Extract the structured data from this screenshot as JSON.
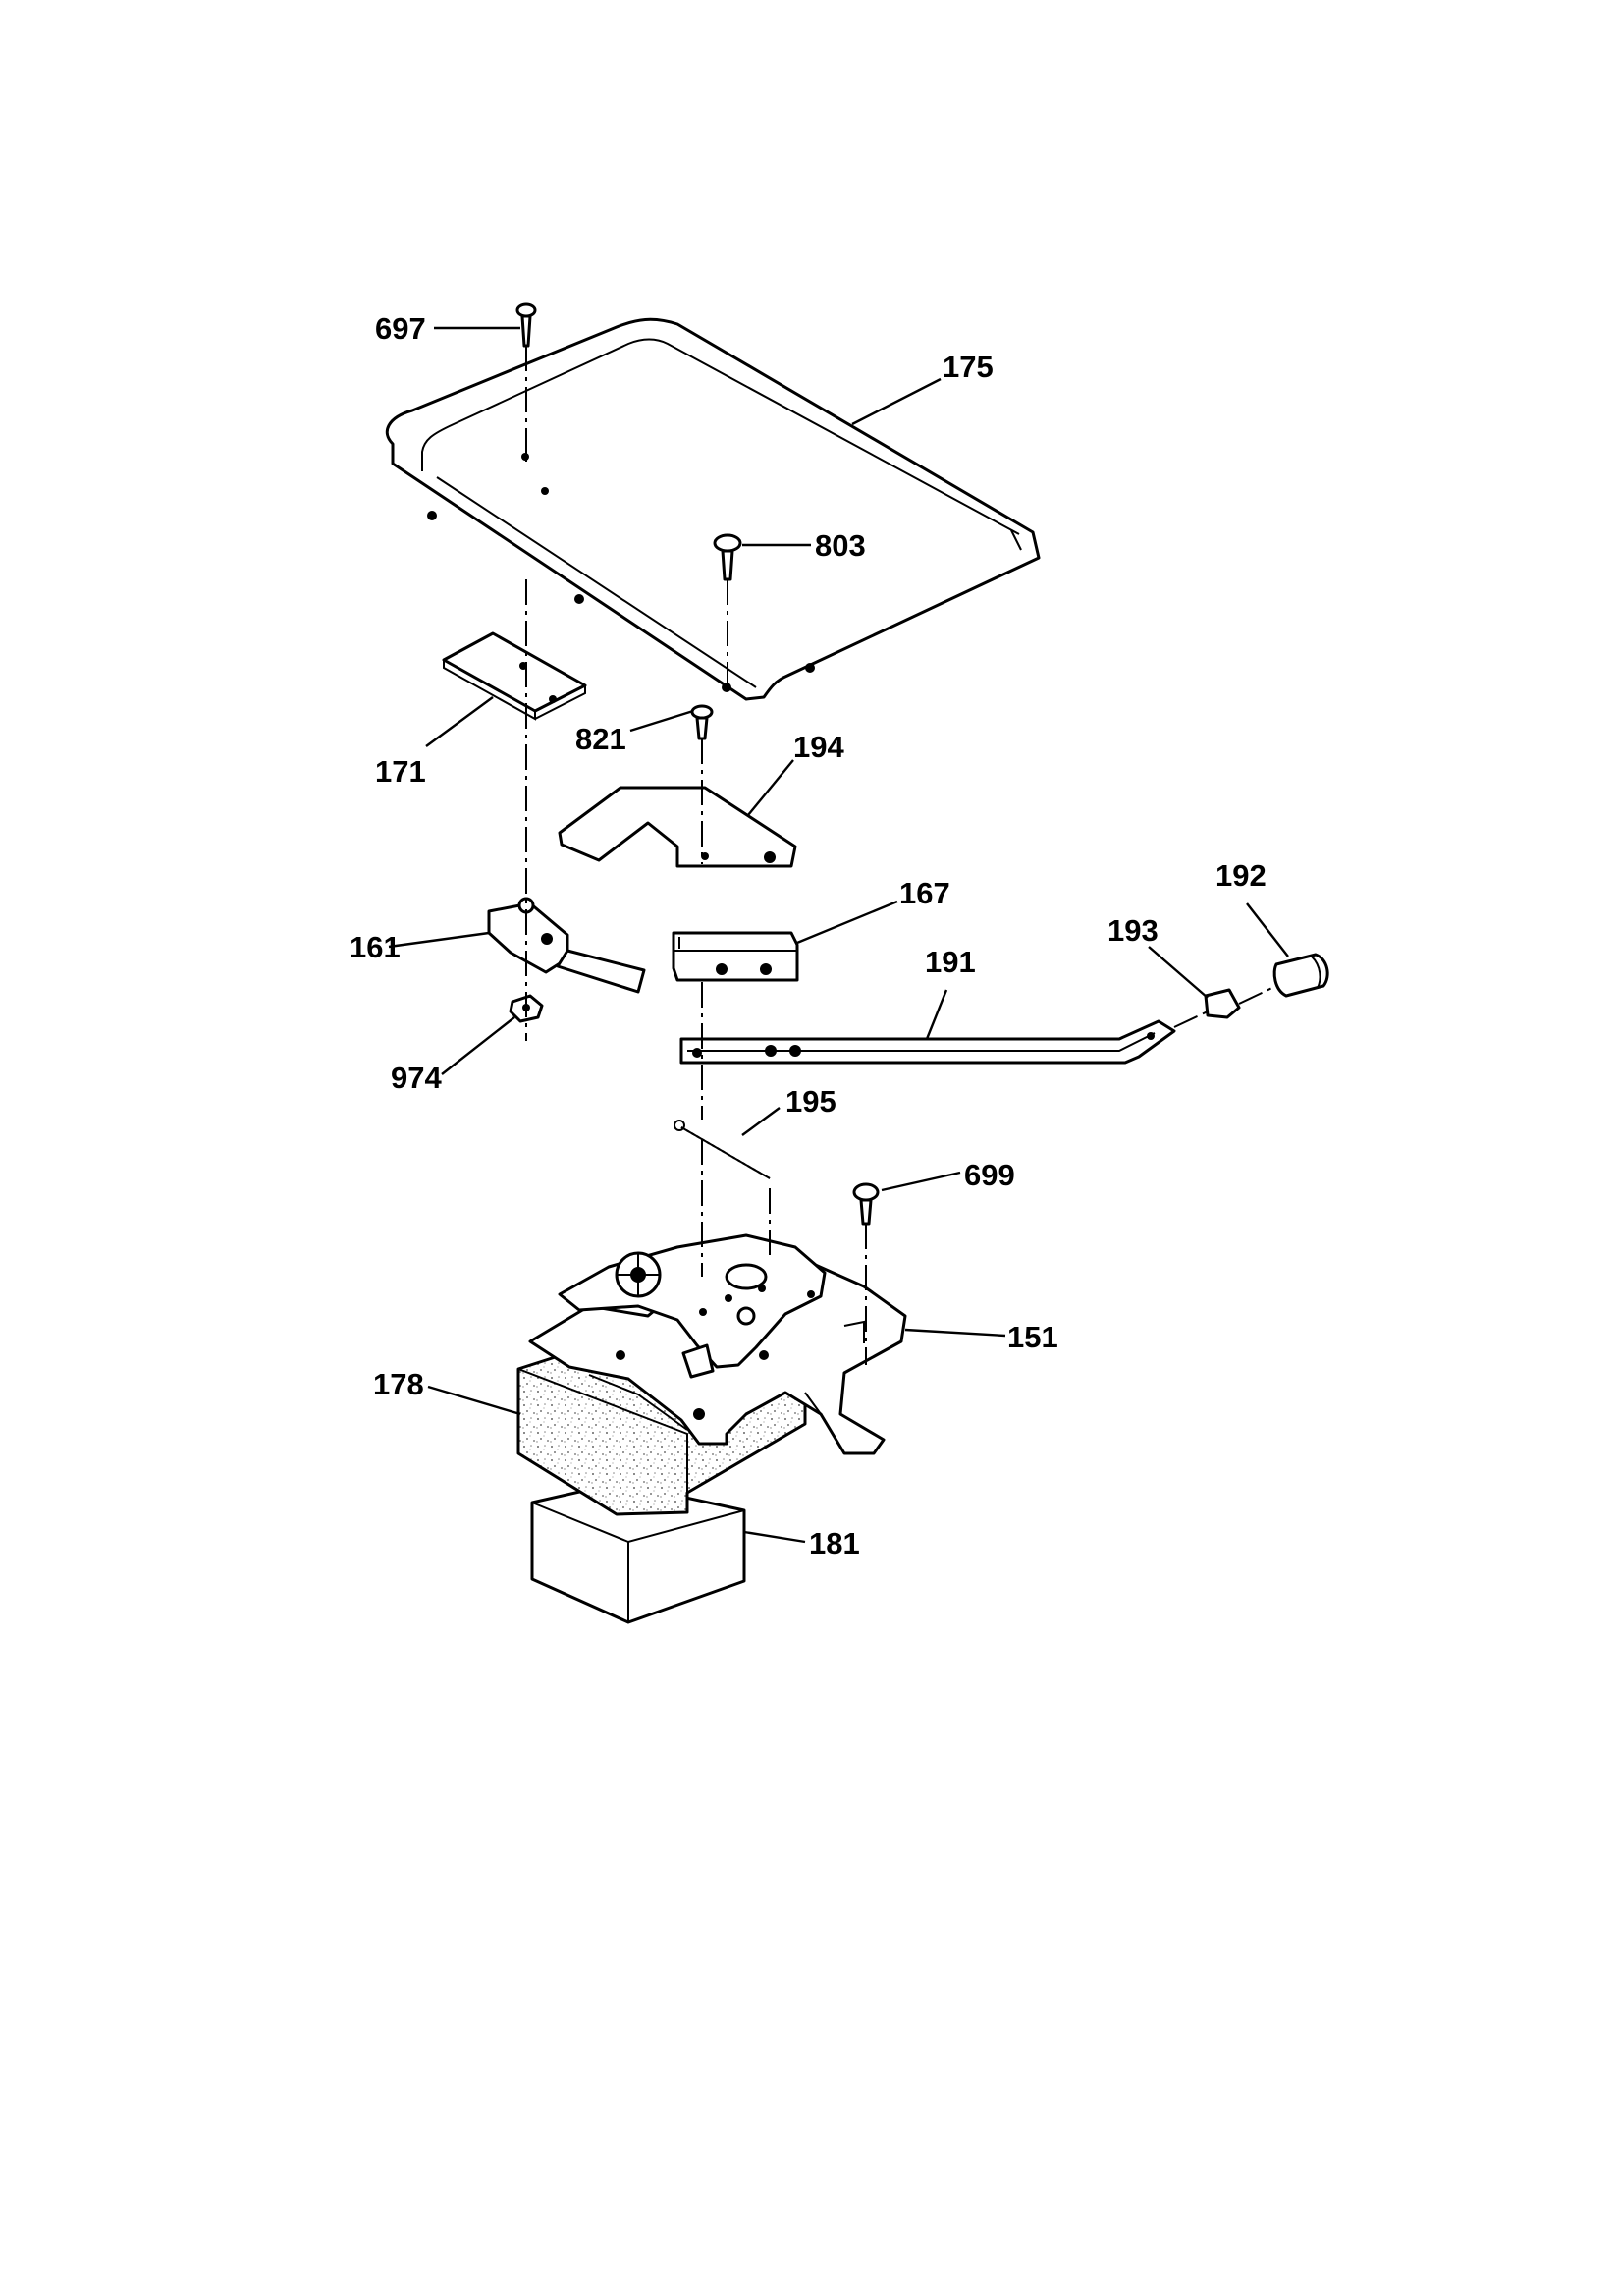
{
  "diagram": {
    "callouts": [
      {
        "id": "697",
        "label": "697"
      },
      {
        "id": "175",
        "label": "175"
      },
      {
        "id": "803",
        "label": "803"
      },
      {
        "id": "171",
        "label": "171"
      },
      {
        "id": "821",
        "label": "821"
      },
      {
        "id": "194",
        "label": "194"
      },
      {
        "id": "167",
        "label": "167"
      },
      {
        "id": "192",
        "label": "192"
      },
      {
        "id": "193",
        "label": "193"
      },
      {
        "id": "161",
        "label": "161"
      },
      {
        "id": "191",
        "label": "191"
      },
      {
        "id": "974",
        "label": "974"
      },
      {
        "id": "195",
        "label": "195"
      },
      {
        "id": "699",
        "label": "699"
      },
      {
        "id": "151",
        "label": "151"
      },
      {
        "id": "178",
        "label": "178"
      },
      {
        "id": "181",
        "label": "181"
      }
    ]
  }
}
